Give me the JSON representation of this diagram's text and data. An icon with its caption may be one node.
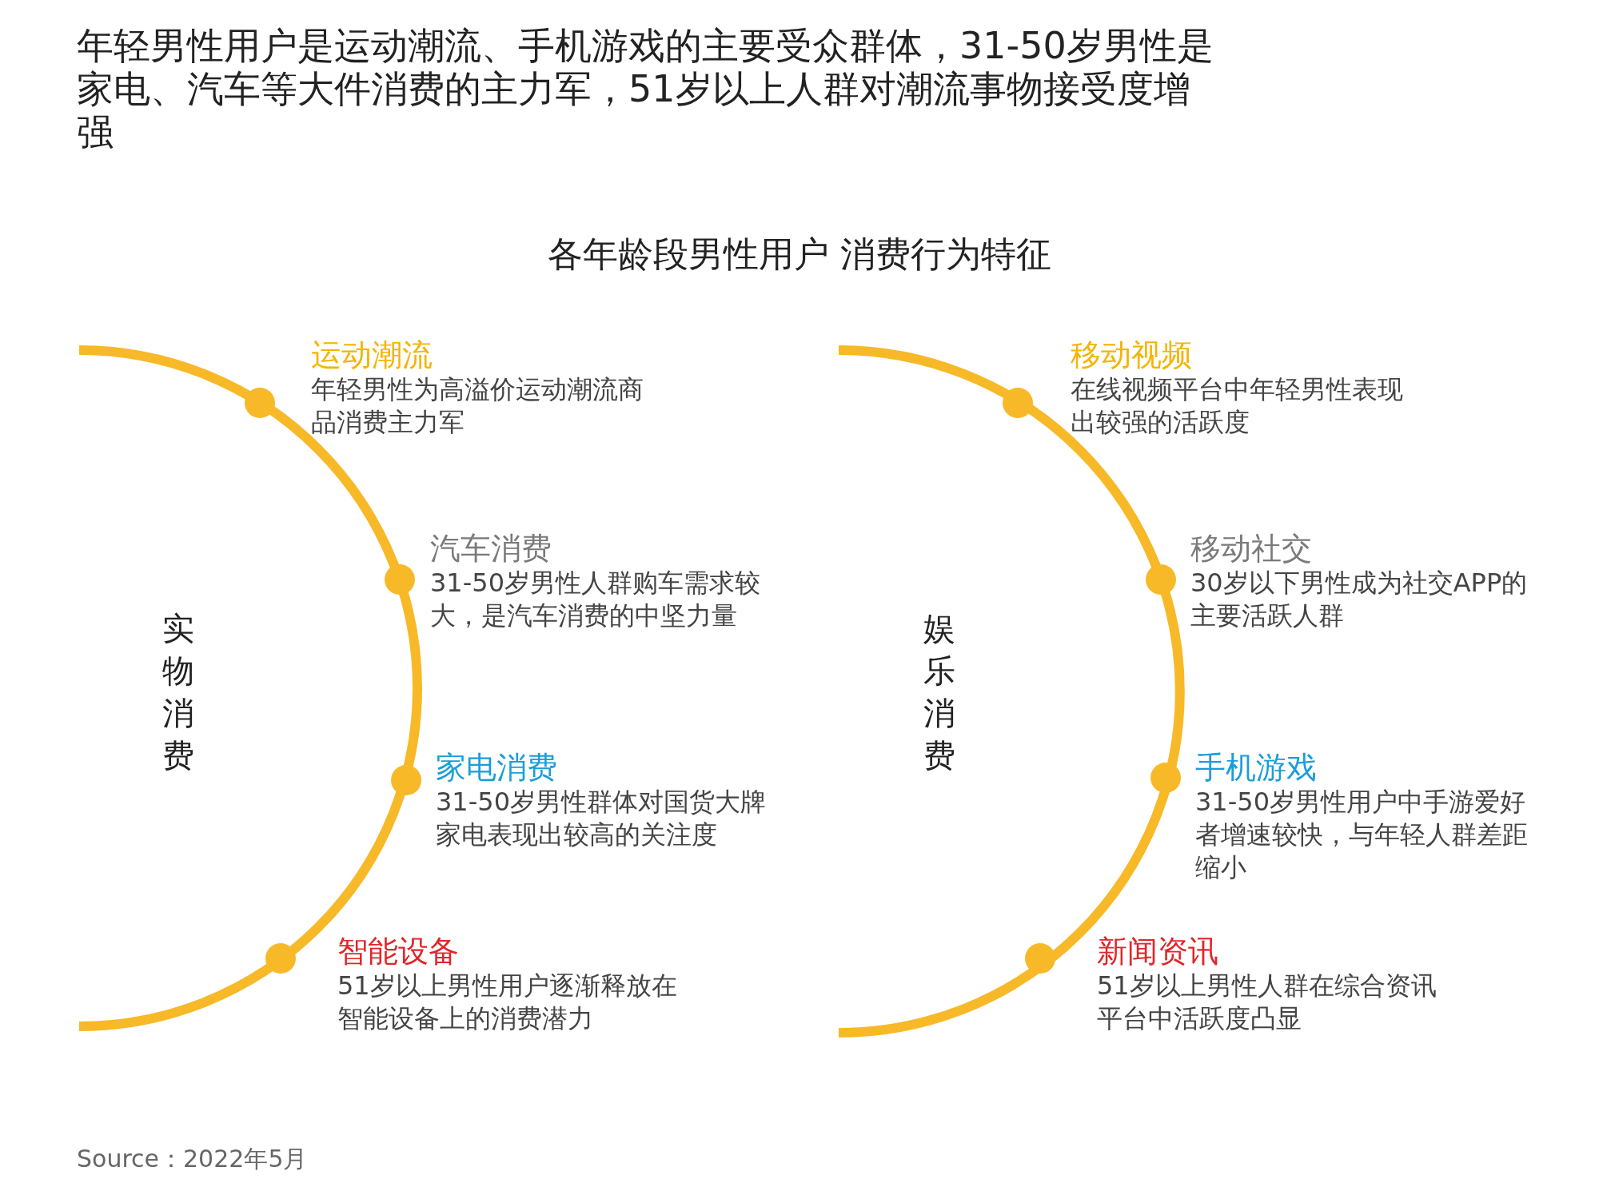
{
  "diagram": {
    "title": "年轻男性用户是运动潮流、手机游戏的主要受众群体，31-50岁男性是家电、汽车等大件消费的主力军，51岁以上人群对潮流事物接受度增强",
    "caption": "Source：2022年5月",
    "nodes": [
      {
        "text": [
          "运动潮流",
          "年轻男性为高溢价运动潮流商品消费主力军"
        ]
      },
      {
        "text": [
          "汽车消费",
          "31-50岁男性人群购车需求较大，是汽车消费的中坚力量"
        ]
      },
      {
        "text": [
          "家电消费",
          "31-50岁男性群体对国货大牌家电表现出较高的关注度"
        ]
      },
      {
        "text": [
          "智能设备",
          "51岁以上男性用户逐渐释放在智能设备上的消费潜力"
        ]
      },
      {
        "text": [
          "移动视频",
          "在线视频平台中年轻男性表现出较强的活跃度"
        ]
      },
      {
        "text": [
          "移动社交",
          "30岁以下男性成为社交APP的主要活跃人群"
        ]
      },
      {
        "text": [
          "手机游戏",
          "31-50岁男性用户中手游爱好者增速较快，与年轻人群差距缩小"
        ]
      },
      {
        "text": [
          "新闻资讯",
          "51岁以上男性人群在综合资讯平台中活跃度凸显"
        ]
      }
    ],
    "labels": [
      "各年龄段男性用户 消费行为特征",
      "实物消费",
      "娱乐消费"
    ]
  }
}
